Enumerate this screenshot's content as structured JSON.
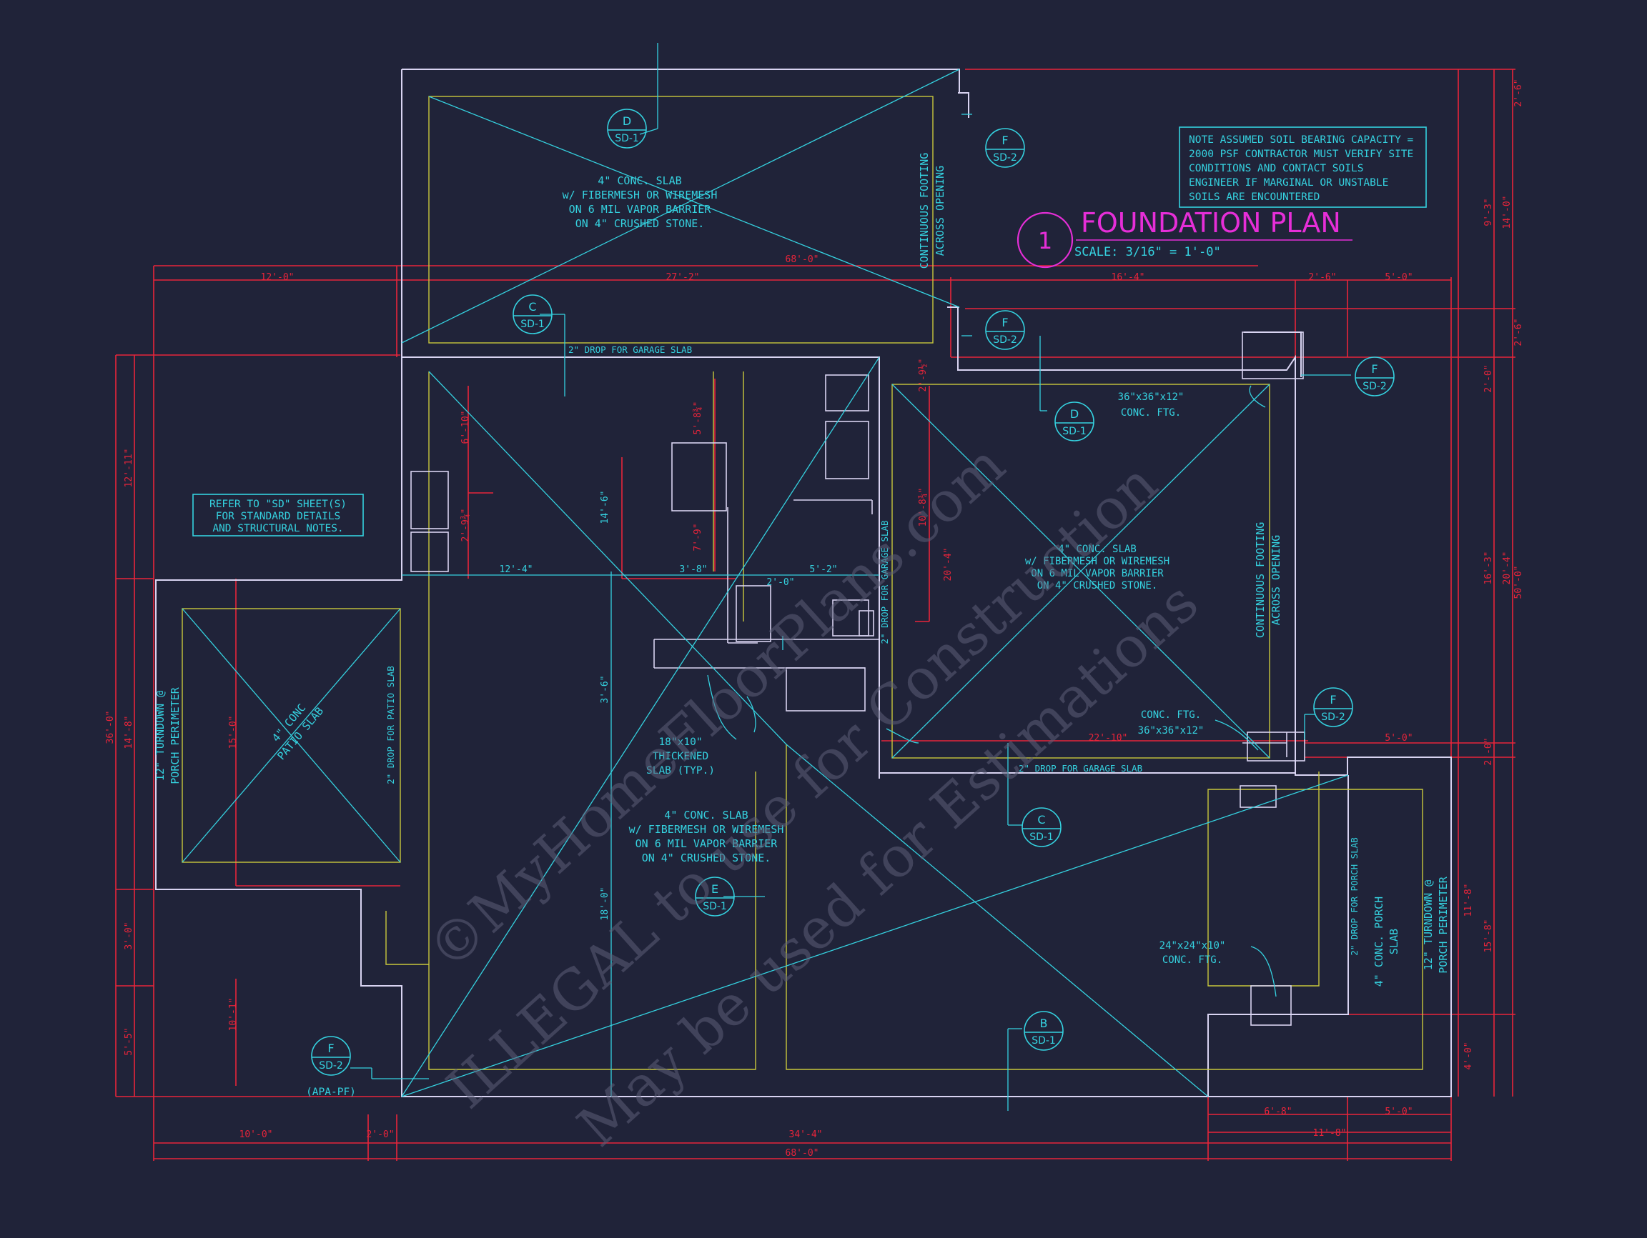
{
  "colors": {
    "background": "#202339",
    "wall": "#d9d4f2",
    "footing": "#c8c83c",
    "annotation": "#35d2e0",
    "dimension": "#e8243a",
    "title": "#e62ed8",
    "watermark": "#5c5f78"
  },
  "title_block": {
    "number": "1",
    "title": "FOUNDATION PLAN",
    "scale": "SCALE: 3/16\" = 1'-0\""
  },
  "soil_note": [
    "NOTE ASSUMED SOIL BEARING CAPACITY =",
    "2000 PSF CONTRACTOR MUST VERIFY SITE",
    "CONDITIONS AND CONTACT SOILS",
    "ENGINEER IF MARGINAL OR UNSTABLE",
    "SOILS ARE ENCOUNTERED"
  ],
  "sd_note": [
    "REFER TO \"SD\" SHEET(S)",
    "FOR STANDARD DETAILS",
    "AND STRUCTURAL NOTES."
  ],
  "slab_note": [
    "4\" CONC. SLAB",
    "w/ FIBERMESH OR WIREMESH",
    "ON 6 MIL VAPOR BARRIER",
    "ON 4\" CRUSHED STONE."
  ],
  "labels": {
    "garage_drop": "2\" DROP FOR GARAGE SLAB",
    "patio_drop": "2\" DROP FOR PATIO SLAB",
    "porch_drop": "2\" DROP FOR PORCH SLAB",
    "continuous_footing_1": "CONTINUOUS FOOTING",
    "continuous_footing_2": "ACROSS OPENING",
    "turndown_1": "12\" TURNDOWN @",
    "turndown_2": "PORCH PERIMETER",
    "patio_slab_1": "4\" CONC",
    "patio_slab_2": "PATIO SLAB",
    "porch_slab_1": "4\" CONC. PORCH",
    "porch_slab_2": "SLAB",
    "ftg_36_a": "36\"x36\"x12\"",
    "ftg_36_b": "CONC. FTG.",
    "ftg_36c_a": "CONC. FTG.",
    "ftg_36c_b": "36\"x36\"x12\"",
    "ftg_24_a": "24\"x24\"x10\"",
    "ftg_24_b": "CONC. FTG.",
    "thick_1": "18\"x10\"",
    "thick_2": "THICKENED",
    "thick_3": "SLAB (TYP.)",
    "apa_pf": "(APA-PF)"
  },
  "detail_tags": [
    {
      "letter": "D",
      "sheet": "SD-1"
    },
    {
      "letter": "F",
      "sheet": "SD-2"
    },
    {
      "letter": "C",
      "sheet": "SD-1"
    },
    {
      "letter": "F",
      "sheet": "SD-2"
    },
    {
      "letter": "F",
      "sheet": "SD-2"
    },
    {
      "letter": "D",
      "sheet": "SD-1"
    },
    {
      "letter": "F",
      "sheet": "SD-2"
    },
    {
      "letter": "C",
      "sheet": "SD-1"
    },
    {
      "letter": "E",
      "sheet": "SD-1"
    },
    {
      "letter": "B",
      "sheet": "SD-1"
    },
    {
      "letter": "F",
      "sheet": "SD-2"
    }
  ],
  "dimensions": {
    "top_12_0": "12'-0\"",
    "top_27_2": "27'-2\"",
    "top_68_0": "68'-0\"",
    "top_16_4": "16'-4\"",
    "top_2_6": "2'-6\"",
    "top_5_0": "5'-0\"",
    "bot_10_0": "10'-0\"",
    "bot_2_0": "2'-0\"",
    "bot_34_4": "34'-4\"",
    "bot_6_8": "6'-8\"",
    "bot_5_0": "5'-0\"",
    "bot_11_8": "11'-8\"",
    "bot_68_0": "68'-0\"",
    "r_2_6a": "2'-6\"",
    "r_9_3": "9'-3\"",
    "r_14_0": "14'-0\"",
    "r_2_6b": "2'-6\"",
    "r_2_0a": "2'-0\"",
    "r_16_3": "16'-3\"",
    "r_20_4": "20'-4\"",
    "r_50_0": "50'-0\"",
    "r_2_0b": "2'-0\"",
    "r_11_8": "11'-8\"",
    "r_15_8": "15'-8\"",
    "r_4_0": "4'-0\"",
    "l_36_0": "36'-0\"",
    "l_12_11": "12'-11\"",
    "l_14_8": "14'-8\"",
    "l_3_0": "3'-0\"",
    "l_5_5": "5'-5\"",
    "in_12_4": "12'-4\"",
    "in_3_8": "3'-8\"",
    "in_2_0": "2'-0\"",
    "in_5_2": "5'-2\"",
    "in_14_6": "14'-6\"",
    "in_3_6": "3'-6\"",
    "in_18_0": "18'-0\"",
    "in_6_10": "6'-10\"",
    "in_2_9": "2'-9¾\"",
    "in_5_8": "5'-8¾\"",
    "in_7_9": "7'-9\"",
    "in_10_8": "10'-8¾\"",
    "in_20_4": "20'-4\"",
    "in_2_9b": "2'-9½\"",
    "in_22_10": "22'-10\"",
    "in_5_0": "5'-0\"",
    "in_15_0": "15'-0\"",
    "in_10_1": "10'-1\""
  },
  "watermark": {
    "line1": "©MyHomeFloorPlans.com",
    "line2": "ILLEGAL to use for Construction",
    "line3": "May be used for Estimations"
  }
}
